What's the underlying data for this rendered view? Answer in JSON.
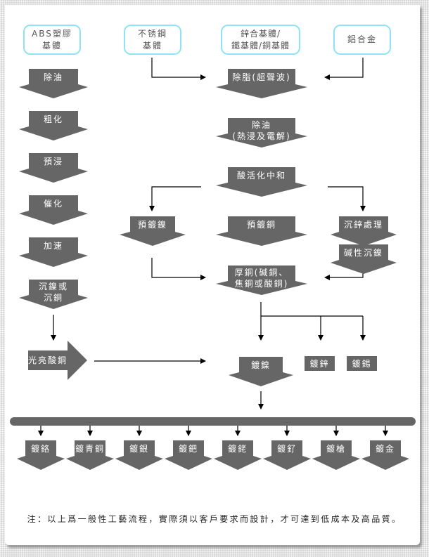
{
  "sources": {
    "abs": "ABS塑膠\n基體",
    "stainless": "不锈鋼\n基體",
    "zinc_iron_copper": "鋅合基體/\n鐵基體/銅基體",
    "aluminum": "鋁合金"
  },
  "abs_column": {
    "steps": [
      "除油",
      "粗化",
      "預浸",
      "催化",
      "加速",
      "沉鎳或\n沉銅"
    ],
    "bright_acid_copper": "光亮酸銅"
  },
  "metal_column": {
    "ultrasonic_degrease": "除脂(超聲波)",
    "degrease": "除油\n(熱浸及電解)",
    "acid_activate": "酸活化中和",
    "pre_nickel": "預鍍鎳",
    "pre_copper": "預鍍銅",
    "zinc_immersion": "沉鋅處理",
    "alkaline_nickel": "碱性沉鎳",
    "thick_copper": "厚銅(碱銅、\n焦銅或酸銅)",
    "nickel": "鍍鎳",
    "zinc": "鍍鋅",
    "tin": "鍍錫"
  },
  "finishes": [
    "鍍鉻",
    "鍍青銅",
    "鍍銀",
    "鍍鈀",
    "鍍銠",
    "鍍釕",
    "鍍槍",
    "鍍金"
  ],
  "note": "注：以上爲一般性工藝流程，實際須以客戶要求而設計，才可達到低成本及高品質。",
  "colors": {
    "step_fill": "#666666",
    "source_border": "#8ee4f5",
    "connector": "#000000"
  }
}
